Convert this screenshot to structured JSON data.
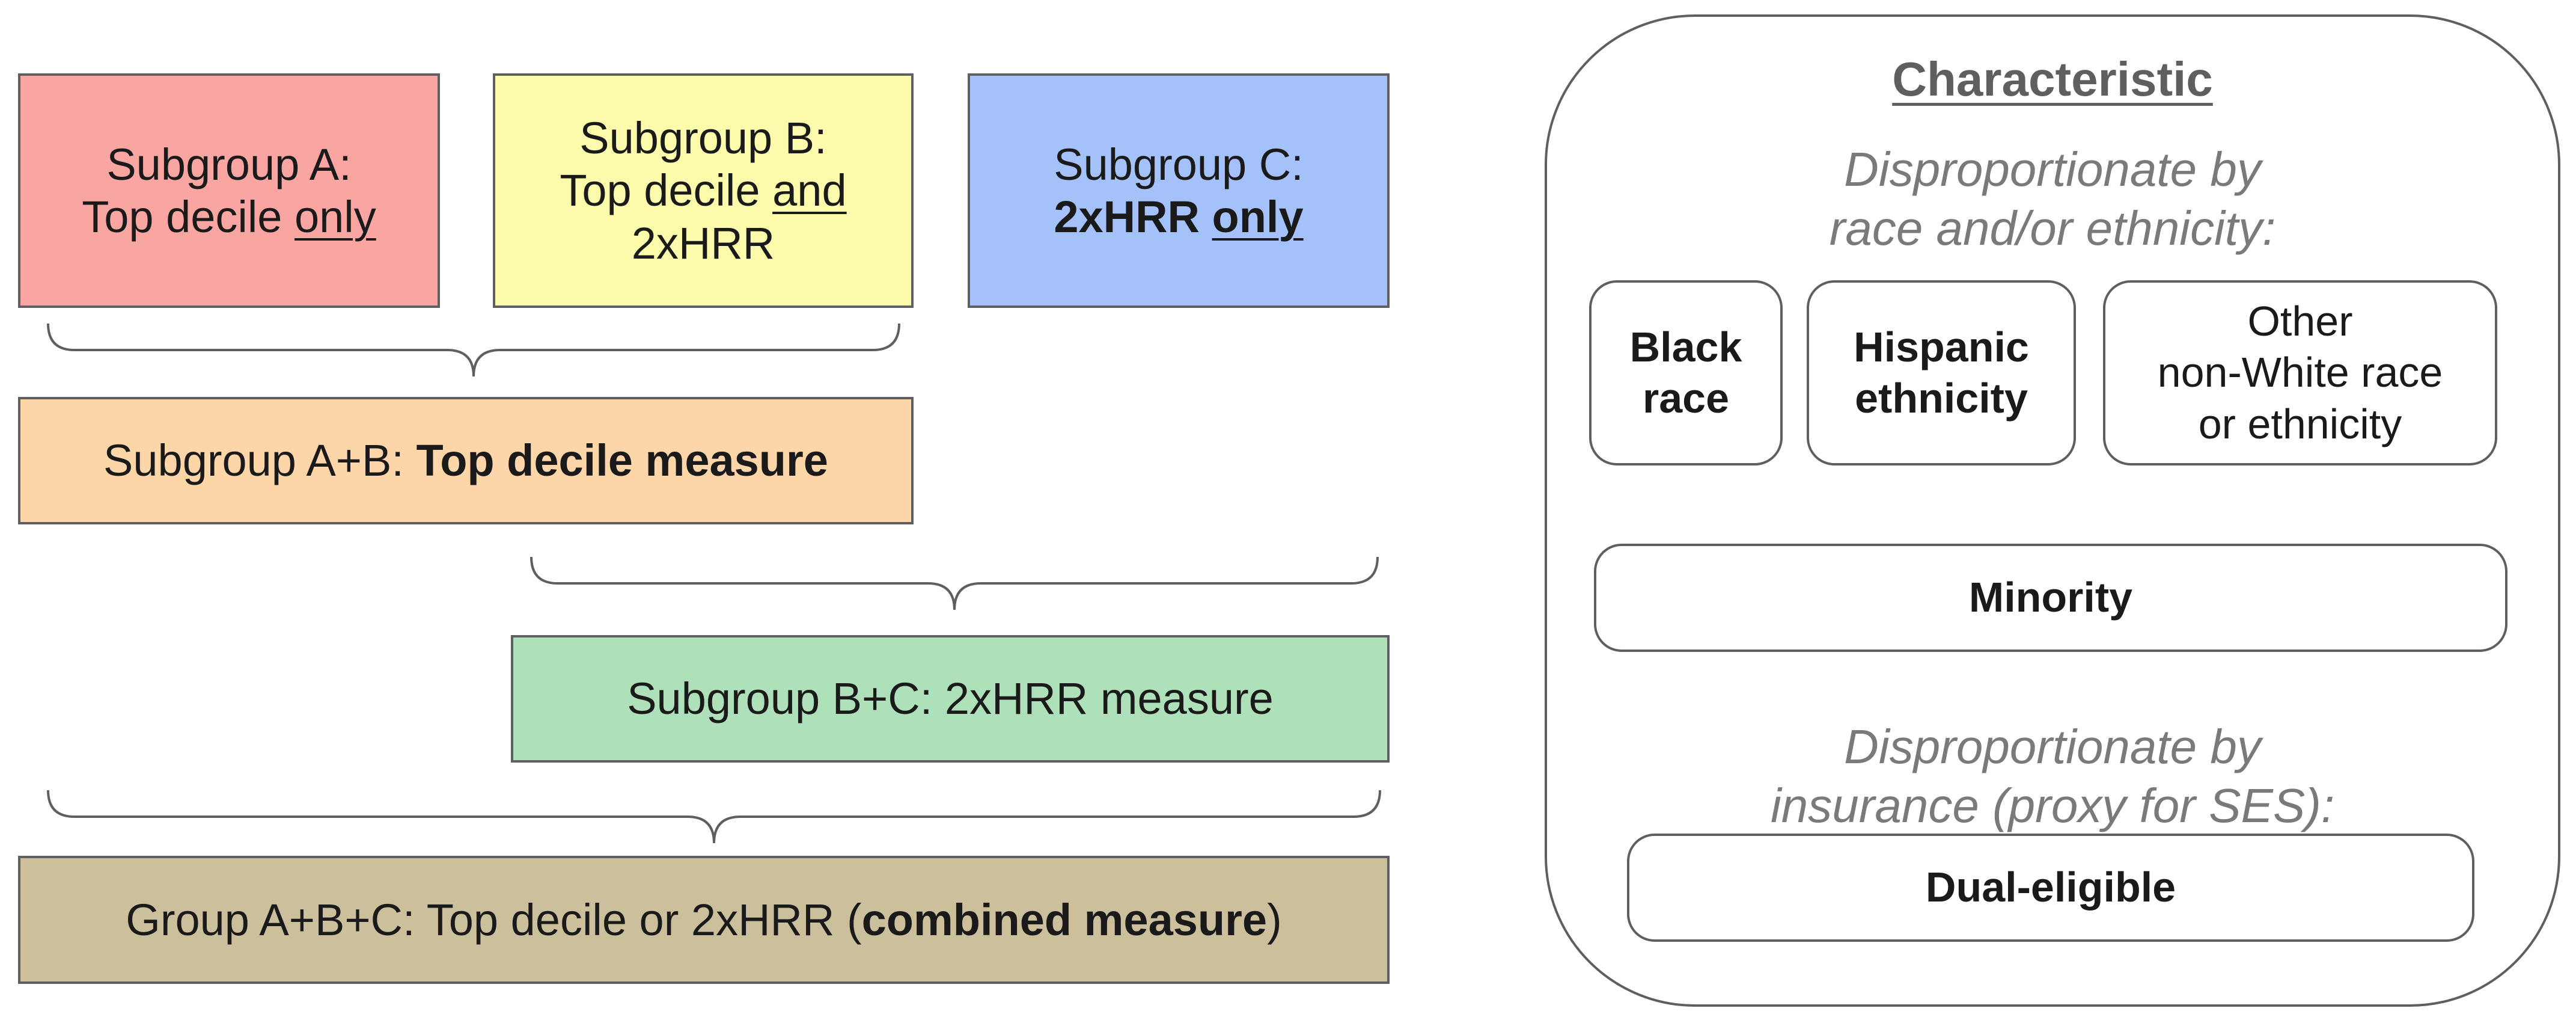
{
  "subgroup_a": {
    "line1": "Subgroup A:",
    "line2_prefix": "Top decile ",
    "line2_underlined": "only"
  },
  "subgroup_b": {
    "line1": "Subgroup B:",
    "line2_prefix": "Top decile ",
    "line2_underlined": "and",
    "line3": "2xHRR"
  },
  "subgroup_c": {
    "line1": "Subgroup C:",
    "line2_bold": "2xHRR ",
    "line2_bold_underlined": "only"
  },
  "subgroup_ab": {
    "prefix": "Subgroup A+B: ",
    "bold": "Top decile measure"
  },
  "subgroup_bc": {
    "text": "Subgroup B+C: 2xHRR measure"
  },
  "group_abc": {
    "prefix": "Group A+B+C: Top decile or 2xHRR (",
    "bold": "combined measure",
    "suffix": ")"
  },
  "characteristic_panel": {
    "heading": "Characteristic",
    "race_intro": {
      "line1": "Disproportionate by",
      "line2": "race and/or ethnicity:"
    },
    "black": {
      "line1": "Black",
      "line2": "race"
    },
    "hispanic": {
      "line1": "Hispanic",
      "line2": "ethnicity"
    },
    "other": {
      "line1": "Other",
      "line2": "non-White race",
      "line3": "or ethnicity"
    },
    "minority": "Minority",
    "insurance_intro": {
      "line1": "Disproportionate by",
      "line2": "insurance (proxy for SES):"
    },
    "dual": "Dual-eligible"
  },
  "colors": {
    "subgroup_a": "#f9a6a3",
    "subgroup_b": "#fbfbab",
    "subgroup_c": "#a4c2f9",
    "subgroup_ab": "#fcd5a9",
    "subgroup_bc": "#aee0b9",
    "group_abc": "#cbbf9c",
    "border": "#5f5f5f"
  }
}
